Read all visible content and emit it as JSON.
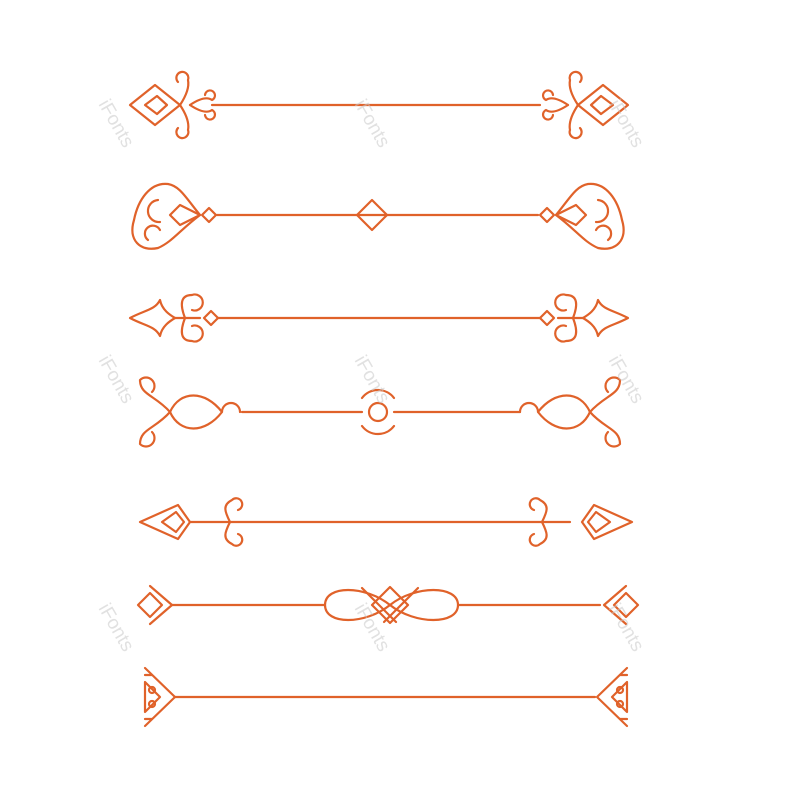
{
  "watermark": {
    "text": "iFonts",
    "color": "#c9c9c9"
  },
  "ornament_color": "#e0622a",
  "dividers": [
    {
      "name": "spade-arrow-divider"
    },
    {
      "name": "heart-diamond-divider"
    },
    {
      "name": "fleur-scroll-divider"
    },
    {
      "name": "infinity-circle-divider"
    },
    {
      "name": "diamond-curl-divider"
    },
    {
      "name": "infinity-cross-divider"
    },
    {
      "name": "tribal-triangle-divider"
    }
  ]
}
